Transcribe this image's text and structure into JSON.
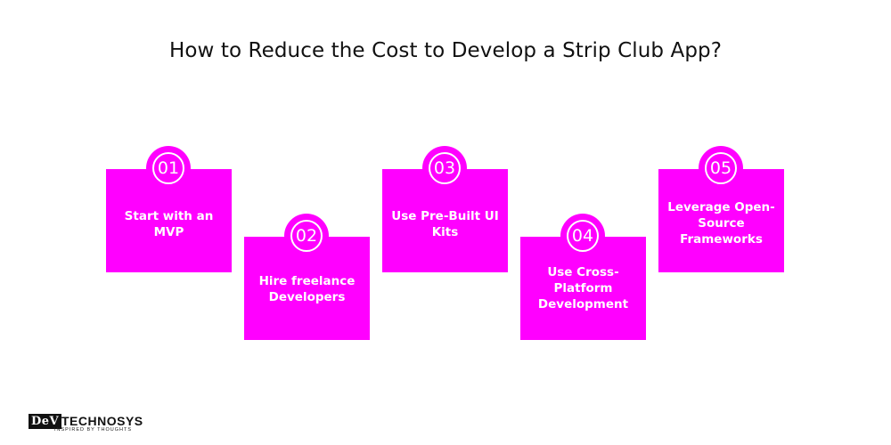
{
  "title": "How to Reduce the Cost to Develop a Strip Club App?",
  "accent_color": "#ff00ff",
  "steps": [
    {
      "number": "01",
      "label": "Start with an MVP"
    },
    {
      "number": "02",
      "label": "Hire freelance Developers"
    },
    {
      "number": "03",
      "label": "Use Pre-Built UI Kits"
    },
    {
      "number": "04",
      "label": "Use Cross-Platform Development"
    },
    {
      "number": "05",
      "label": "Leverage Open-Source Frameworks"
    }
  ],
  "logo": {
    "dev": "DeV",
    "name": "TECHNOSYS",
    "tagline": "INSPIRED BY THOUGHTS"
  }
}
